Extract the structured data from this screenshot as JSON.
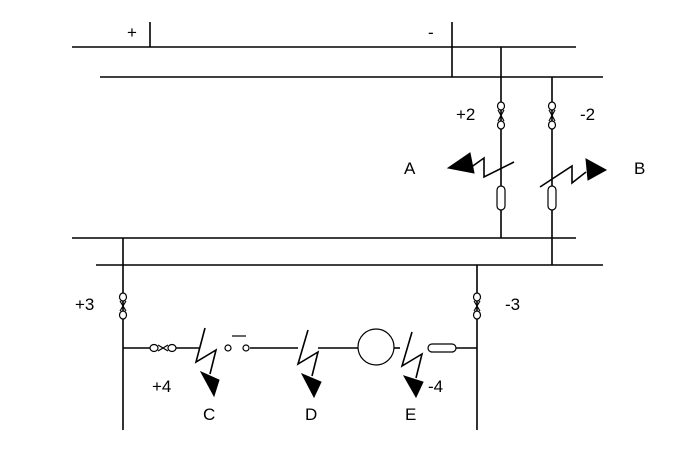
{
  "labels": {
    "plus": "+",
    "minus": "-",
    "p2": "+2",
    "m2": "-2",
    "A": "A",
    "B": "B",
    "p3": "+3",
    "m3": "-3",
    "p4": "+4",
    "m4": "-4",
    "C": "C",
    "D": "D",
    "E": "E"
  },
  "colors": {
    "line": "#000000",
    "background": "#ffffff"
  }
}
